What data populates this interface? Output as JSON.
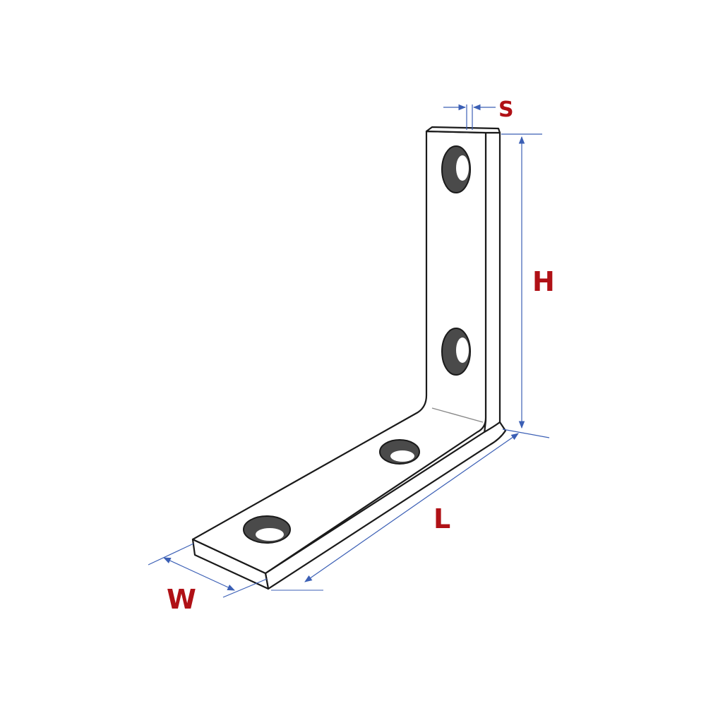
{
  "colors": {
    "outline": "#1a1a1a",
    "fill": "#ffffff",
    "dimension_line": "#3b5fb5",
    "label": "#b01116",
    "hole_dark": "#4a4a4a",
    "hole_light": "#ffffff"
  },
  "labels": {
    "thickness": "S",
    "height": "H",
    "length": "L",
    "width": "W"
  }
}
